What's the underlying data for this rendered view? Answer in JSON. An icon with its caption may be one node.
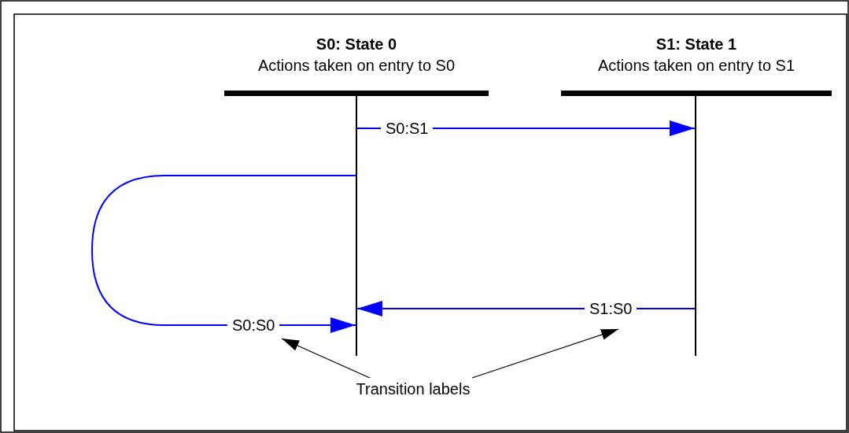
{
  "diagram": {
    "nodes": [
      {
        "text": [
          "S0: State 0",
          "Actions taken on entry to S0"
        ]
      },
      {
        "text": [
          "S1: State 1",
          "Actions taken on entry to S1"
        ]
      },
      {
        "text": [],
        "shape": "bar"
      },
      {
        "text": [],
        "shape": "bar"
      },
      {
        "text": [
          "Transition labels"
        ]
      }
    ],
    "edges": [
      {
        "from": 2,
        "to": 3,
        "arrow": "to",
        "label": "S0:S1"
      },
      {
        "from": 2,
        "to": 2,
        "arrow": "to",
        "label": "S0:S0"
      },
      {
        "from": 3,
        "to": 2,
        "arrow": "to",
        "label": "S1:S0"
      },
      {
        "from": 4,
        "to": null,
        "arrow": "to",
        "color": "#000000"
      },
      {
        "from": 4,
        "to": null,
        "arrow": "to",
        "color": "#000000"
      }
    ]
  }
}
